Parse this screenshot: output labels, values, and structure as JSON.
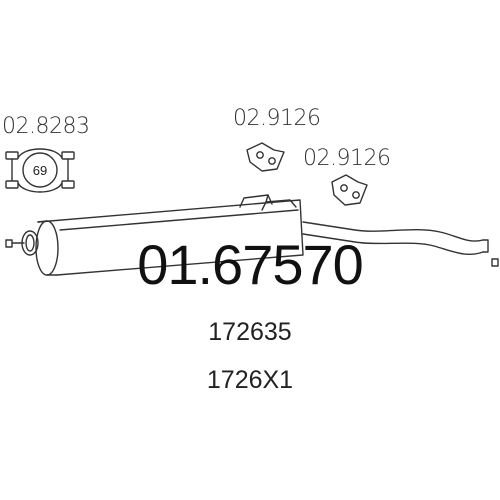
{
  "diagram": {
    "part_number": "01.67570",
    "references": [
      "172635",
      "1726X1"
    ],
    "accessories": [
      {
        "code": "02.8283",
        "type": "clamp",
        "clamp_size": "69"
      },
      {
        "code": "02.9126",
        "type": "rubber-hanger"
      },
      {
        "code": "02.9126",
        "type": "rubber-hanger"
      }
    ],
    "line_color": "#333333"
  }
}
